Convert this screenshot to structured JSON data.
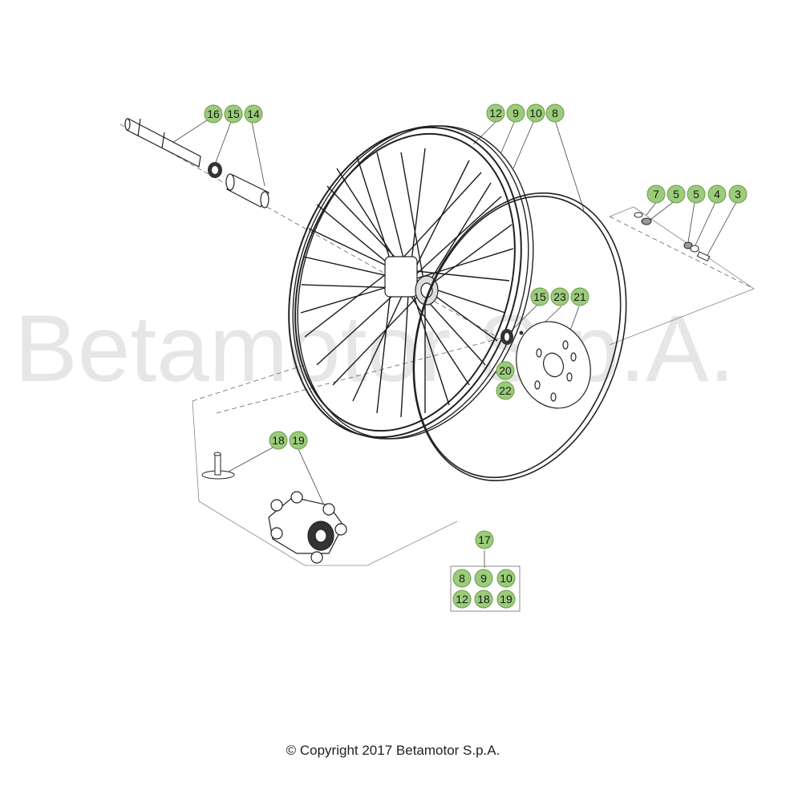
{
  "watermark": "Betamotor S.p.A.",
  "copyright": "© Copyright 2017 Betamotor S.p.A.",
  "callouts": {
    "c16": "16",
    "c15a": "15",
    "c14": "14",
    "c12a": "12",
    "c9a": "9",
    "c10a": "10",
    "c8a": "8",
    "c7": "7",
    "c5a": "5",
    "c5b": "5",
    "c4": "4",
    "c3": "3",
    "c15b": "15",
    "c23": "23",
    "c21": "21",
    "c20": "20",
    "c22": "22",
    "c18a": "18",
    "c19a": "19",
    "c17": "17",
    "c8b": "8",
    "c9b": "9",
    "c10b": "10",
    "c12b": "12",
    "c18b": "18",
    "c19b": "19"
  },
  "colors": {
    "callout_fill": "#9bcc7a",
    "watermark": "#e6e6e6",
    "line": "#222222"
  }
}
